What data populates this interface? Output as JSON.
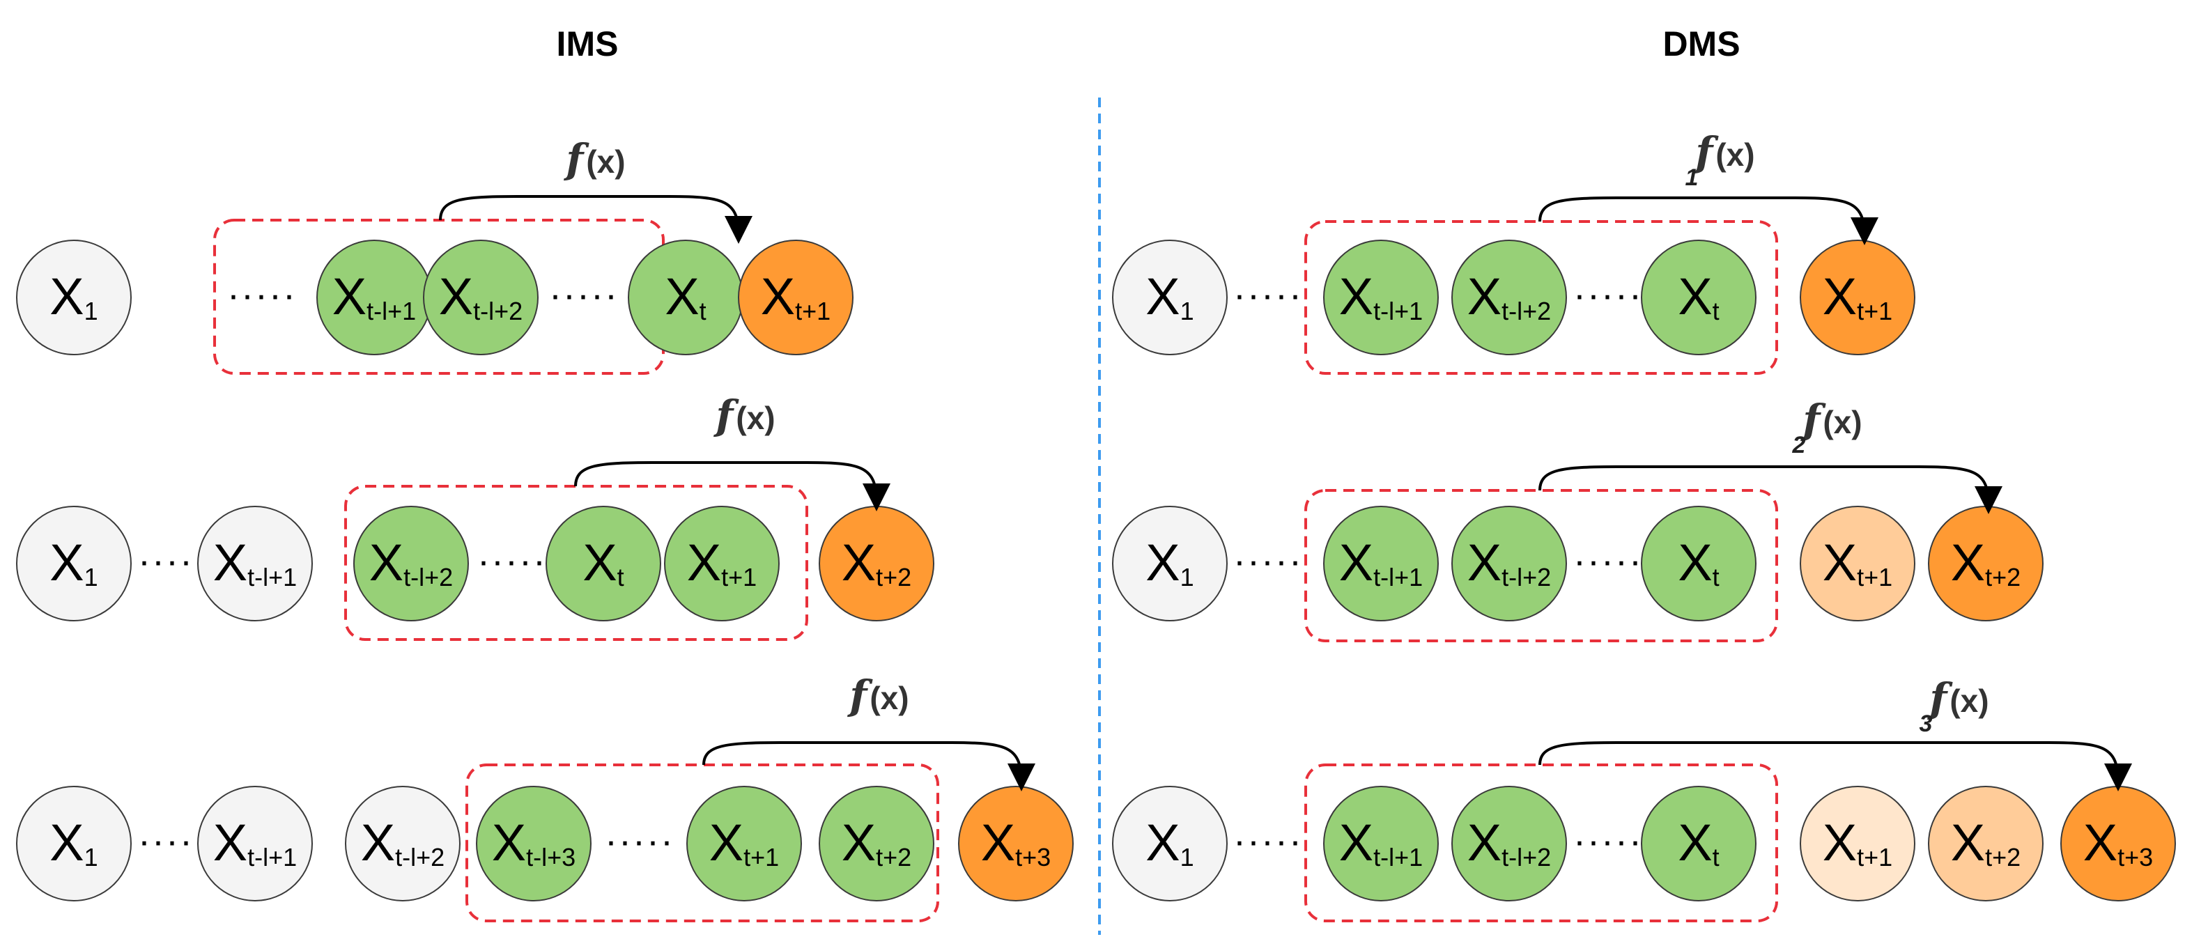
{
  "panels": [
    {
      "id": "ims",
      "title": "IMS",
      "rows": [
        {
          "nodes": [
            {
              "main": "X",
              "sub": "1",
              "color": "#f4f4f4"
            },
            {
              "dots": "·····"
            },
            {
              "main": "X",
              "sub": "t-l+1",
              "color": "#97d077"
            },
            {
              "main": "X",
              "sub": "t-l+2",
              "color": "#97d077"
            },
            {
              "dots": "·····"
            },
            {
              "main": "X",
              "sub": "t",
              "color": "#97d077"
            },
            {
              "main": "X",
              "sub": "t+1",
              "color": "#ff9a33"
            }
          ],
          "fn": {
            "name": "f",
            "args": "(x)",
            "sub": ""
          }
        },
        {
          "nodes": [
            {
              "main": "X",
              "sub": "1",
              "color": "#f4f4f4"
            },
            {
              "dots": "·····"
            },
            {
              "main": "X",
              "sub": "t-l+1",
              "color": "#f4f4f4"
            },
            {
              "main": "X",
              "sub": "t-l+2",
              "color": "#97d077"
            },
            {
              "dots": "·····"
            },
            {
              "main": "X",
              "sub": "t",
              "color": "#97d077"
            },
            {
              "main": "X",
              "sub": "t+1",
              "color": "#97d077"
            },
            {
              "main": "X",
              "sub": "t+2",
              "color": "#ff9a33"
            }
          ],
          "fn": {
            "name": "f",
            "args": "(x)",
            "sub": ""
          }
        },
        {
          "nodes": [
            {
              "main": "X",
              "sub": "1",
              "color": "#f4f4f4"
            },
            {
              "dots": "·····"
            },
            {
              "main": "X",
              "sub": "t-l+1",
              "color": "#f4f4f4"
            },
            {
              "main": "X",
              "sub": "t-l+2",
              "color": "#f4f4f4"
            },
            {
              "main": "X",
              "sub": "t-l+3",
              "color": "#97d077"
            },
            {
              "dots": "·····"
            },
            {
              "main": "X",
              "sub": "t+1",
              "color": "#97d077"
            },
            {
              "main": "X",
              "sub": "t+2",
              "color": "#97d077"
            },
            {
              "main": "X",
              "sub": "t+3",
              "color": "#ff9a33"
            }
          ],
          "fn": {
            "name": "f",
            "args": "(x)",
            "sub": ""
          }
        }
      ]
    },
    {
      "id": "dms",
      "title": "DMS",
      "rows": [
        {
          "nodes": [
            {
              "main": "X",
              "sub": "1",
              "color": "#f4f4f4"
            },
            {
              "dots": "·····"
            },
            {
              "main": "X",
              "sub": "t-l+1",
              "color": "#97d077"
            },
            {
              "main": "X",
              "sub": "t-l+2",
              "color": "#97d077"
            },
            {
              "dots": "·····"
            },
            {
              "main": "X",
              "sub": "t",
              "color": "#97d077"
            },
            {
              "main": "X",
              "sub": "t+1",
              "color": "#ff9a33"
            }
          ],
          "fn": {
            "name": "f",
            "args": "(x)",
            "sub": "1"
          }
        },
        {
          "nodes": [
            {
              "main": "X",
              "sub": "1",
              "color": "#f4f4f4"
            },
            {
              "dots": "·····"
            },
            {
              "main": "X",
              "sub": "t-l+1",
              "color": "#97d077"
            },
            {
              "main": "X",
              "sub": "t-l+2",
              "color": "#97d077"
            },
            {
              "dots": "·····"
            },
            {
              "main": "X",
              "sub": "t",
              "color": "#97d077"
            },
            {
              "main": "X",
              "sub": "t+1",
              "color": "#ffcc99"
            },
            {
              "main": "X",
              "sub": "t+2",
              "color": "#ff9a33"
            }
          ],
          "fn": {
            "name": "f",
            "args": "(x)",
            "sub": "2"
          }
        },
        {
          "nodes": [
            {
              "main": "X",
              "sub": "1",
              "color": "#f4f4f4"
            },
            {
              "dots": "·····"
            },
            {
              "main": "X",
              "sub": "t-l+1",
              "color": "#97d077"
            },
            {
              "main": "X",
              "sub": "t-l+2",
              "color": "#97d077"
            },
            {
              "dots": "·····"
            },
            {
              "main": "X",
              "sub": "t",
              "color": "#97d077"
            },
            {
              "main": "X",
              "sub": "t+1",
              "color": "#ffe6cc"
            },
            {
              "main": "X",
              "sub": "t+2",
              "color": "#ffcc99"
            },
            {
              "main": "X",
              "sub": "t+3",
              "color": "#ff9a33"
            }
          ],
          "fn": {
            "name": "f",
            "args": "(x)",
            "sub": "3"
          }
        }
      ]
    }
  ],
  "colors": {
    "window_border": "#e8303a",
    "divider": "#3d9bf0",
    "node_stroke": "#3a3a3a",
    "arrow": "#000000"
  }
}
